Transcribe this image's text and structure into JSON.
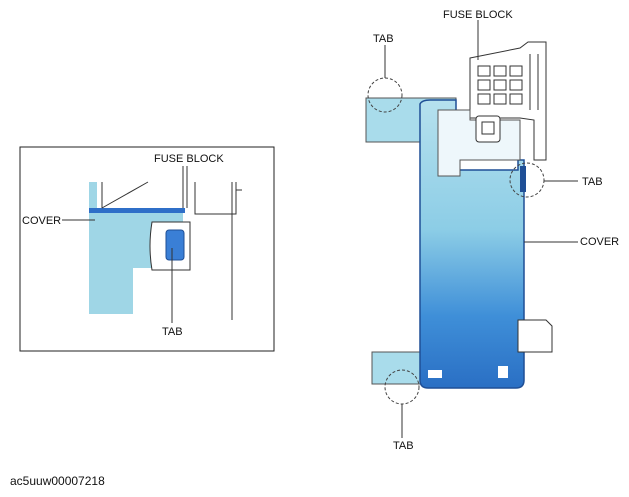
{
  "labels": {
    "fuse_block_main": "FUSE BLOCK",
    "tab_top_left": "TAB",
    "tab_right": "TAB",
    "tab_bottom": "TAB",
    "cover_main": "COVER",
    "fuse_block_detail": "FUSE BLOCK",
    "cover_detail": "COVER",
    "tab_detail": "TAB"
  },
  "caption": "ac5uuw00007218",
  "colors": {
    "cover_light": "#9fd6e6",
    "cover_dark": "#2f7fd0",
    "tab_blue": "#3a7fd6",
    "line": "#333333"
  }
}
